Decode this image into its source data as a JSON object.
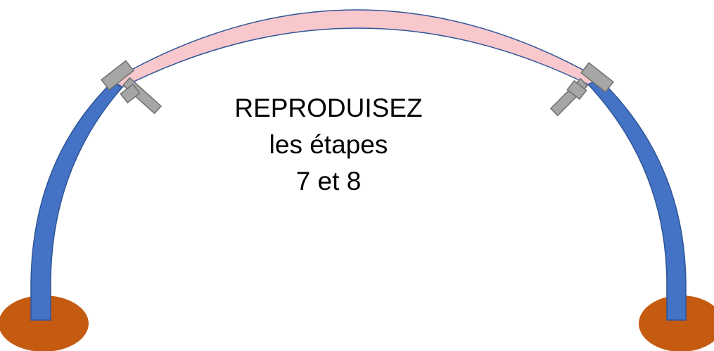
{
  "instruction": {
    "line1": "REPRODUISEZ",
    "line2": "les étapes",
    "line3": "7 et 8"
  },
  "colors": {
    "arch_side": "#4472C4",
    "arch_top": "#F8C8CC",
    "arch_outline": "#2F5597",
    "base": "#C55A11",
    "clamp": "#A6A6A6",
    "clamp_outline": "#6F6F6F"
  }
}
